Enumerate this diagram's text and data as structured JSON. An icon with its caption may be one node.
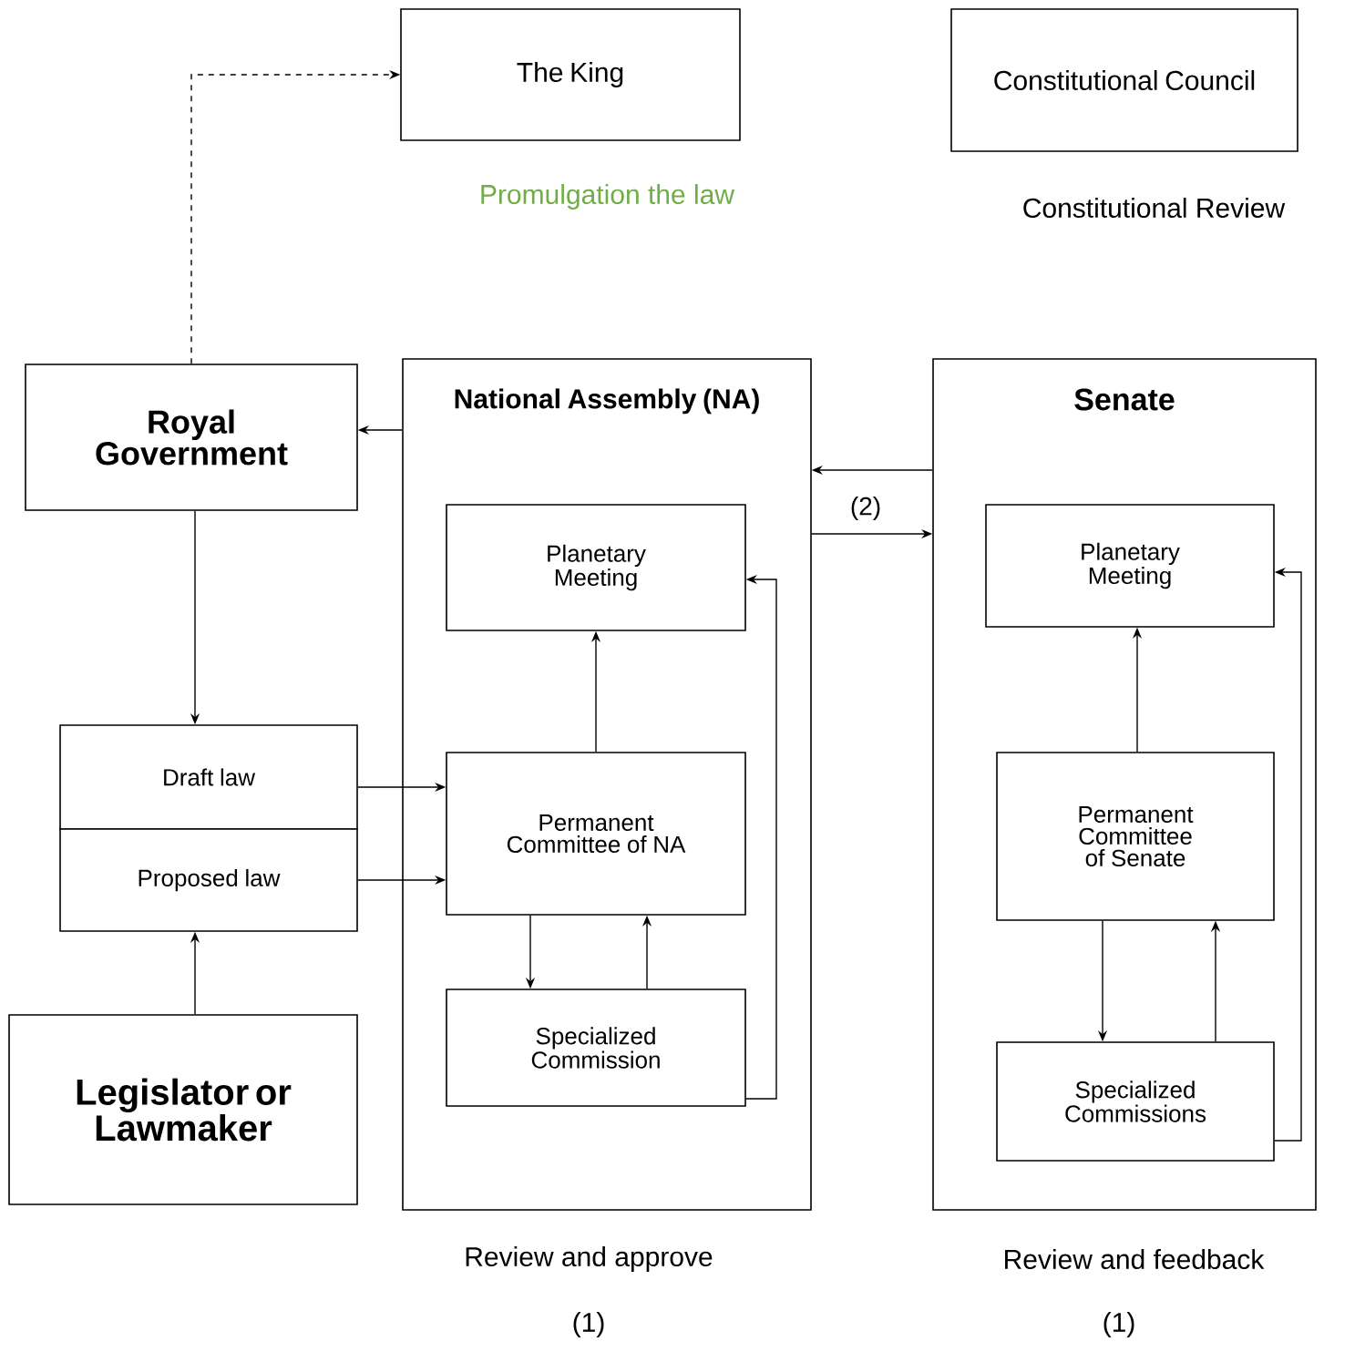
{
  "diagram": {
    "nodes": [
      {
        "text": [
          "The King"
        ],
        "beside": [
          "Promulgation the law"
        ]
      },
      {
        "text": [
          "Constitutional Council"
        ],
        "beside": [
          "Constitutional Review"
        ]
      },
      {
        "text": [
          "Royal Government"
        ]
      },
      {
        "text": [
          "National Assembly (NA)"
        ],
        "beside": [
          "Review and approve",
          "(1)"
        ]
      },
      {
        "text": [
          "Planetary Meeting"
        ],
        "in": 3
      },
      {
        "text": [
          "Permanent Committee of NA"
        ],
        "in": 3
      },
      {
        "text": [
          "Specialized Commission"
        ],
        "in": 3
      },
      {
        "text": [
          "Senate"
        ],
        "beside": [
          "Review and feedback",
          "(1)"
        ]
      },
      {
        "text": [
          "Planetary Meeting"
        ],
        "in": 7
      },
      {
        "text": [
          "Permanent Committee of Senate"
        ],
        "in": 7
      },
      {
        "text": [
          "Specialized Commissions"
        ],
        "in": 7
      },
      {
        "text": [
          "Draft law"
        ]
      },
      {
        "text": [
          "Proposed law"
        ]
      },
      {
        "text": [
          "Legislator or Lawmaker"
        ]
      }
    ],
    "edges": [
      {
        "from": 2,
        "to": 0,
        "arrow": "to",
        "style": "dashed"
      },
      {
        "from": 3,
        "to": 2,
        "arrow": "to"
      },
      {
        "from": 7,
        "to": 3,
        "arrow": "to"
      },
      {
        "from": 3,
        "to": 7,
        "arrow": "to",
        "label": "(2)"
      },
      {
        "from": 2,
        "to": 11,
        "arrow": "to"
      },
      {
        "from": 13,
        "to": 12,
        "arrow": "to"
      },
      {
        "from": 11,
        "to": 5,
        "arrow": "to"
      },
      {
        "from": 12,
        "to": 5,
        "arrow": "to"
      },
      {
        "from": 5,
        "to": 4,
        "arrow": "to"
      },
      {
        "from": 5,
        "to": 6,
        "arrow": "to"
      },
      {
        "from": 6,
        "to": 5,
        "arrow": "to"
      },
      {
        "from": 6,
        "to": 4,
        "arrow": "to"
      },
      {
        "from": 9,
        "to": 8,
        "arrow": "to"
      },
      {
        "from": 9,
        "to": 10,
        "arrow": "to"
      },
      {
        "from": 10,
        "to": 9,
        "arrow": "to"
      },
      {
        "from": 10,
        "to": 8,
        "arrow": "to"
      }
    ]
  }
}
